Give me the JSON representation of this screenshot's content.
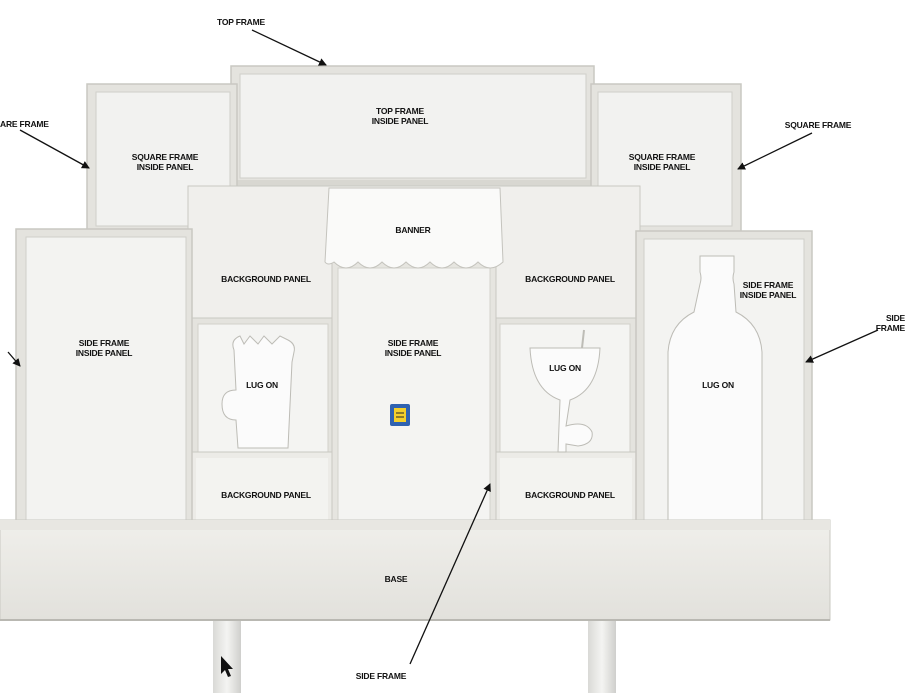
{
  "callouts": {
    "top_frame": "TOP FRAME",
    "square_frame_left": "ARE FRAME",
    "square_frame_right": "SQUARE FRAME",
    "side_frame_right": "SIDE FRAME",
    "side_frame_bottom": "SIDE FRAME"
  },
  "panels": {
    "top_frame_inside": "TOP FRAME\nINSIDE PANEL",
    "square_left_inside": "SQUARE FRAME\nINSIDE PANEL",
    "square_right_inside": "SQUARE FRAME\nINSIDE PANEL",
    "banner": "BANNER",
    "background_top_left": "BACKGROUND PANEL",
    "background_top_right": "BACKGROUND PANEL",
    "background_bottom_left": "BACKGROUND PANEL",
    "background_bottom_right": "BACKGROUND PANEL",
    "side_left_inside": "SIDE FRAME\nINSIDE PANEL",
    "side_center_inside": "SIDE FRAME\nINSIDE PANEL",
    "side_right_inside": "SIDE FRAME\nINSIDE PANEL",
    "lug_on_cup": "LUG ON",
    "lug_on_glass": "LUG ON",
    "lug_on_bottle": "LUG ON",
    "base": "BASE"
  },
  "colors": {
    "panel": "#f2f2f0",
    "frame": "#e4e3de",
    "edge": "#c9c8c2",
    "shadow": "#b9b8b2",
    "cutout": "#fbfbfb",
    "sticker_blue": "#2f62b0",
    "sticker_yellow": "#f3cf2a"
  }
}
